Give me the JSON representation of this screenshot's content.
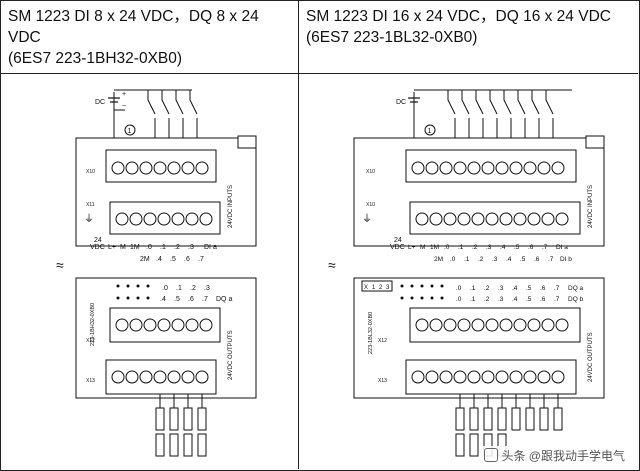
{
  "left": {
    "title_line1": "SM 1223 DI 8 x 24 VDC，DQ 8 x 24",
    "title_line2": "VDC",
    "order_no": "(6ES7 223-1BH32-0XB0)",
    "side_label": "223-1BH32-0XB0",
    "input_label": "24VDC INPUTS",
    "output_label": "24VDC OUTPUTS",
    "top_terms": [
      "L+",
      "M",
      "1M",
      ".0",
      ".1",
      ".2",
      ".3",
      "DI a"
    ],
    "bot_terms": [
      "2M",
      ".4",
      ".5",
      ".6",
      ".7"
    ],
    "out_top_terms": [
      ".0",
      ".1",
      ".2",
      ".3"
    ],
    "out_bot_terms": [
      ".4",
      ".5",
      ".6",
      ".7",
      "DQ a"
    ],
    "conn": [
      "X10",
      "X11",
      "X12",
      "X13"
    ],
    "supply": [
      "24",
      "VDC"
    ],
    "dc": "DC"
  },
  "right": {
    "title_line1": "SM 1223 DI 16 x 24 VDC，DQ 16 x 24 VDC",
    "order_no": "(6ES7 223-1BL32-0XB0)",
    "side_label": "223-1BL32-0XB0",
    "input_label": "24VDC INPUTS",
    "output_label": "24VDC OUTPUTS",
    "top_terms": [
      "L+",
      "M",
      "1M",
      ".0",
      ".1",
      ".2",
      ".3",
      ".4",
      ".5",
      ".6",
      ".7",
      "DI a"
    ],
    "bot_terms": [
      "2M",
      ".0",
      ".1",
      ".2",
      ".3",
      ".4",
      ".5",
      ".6",
      ".7",
      "DI b"
    ],
    "out_top_terms": [
      ".0",
      ".1",
      ".2",
      ".3",
      ".4",
      ".5",
      ".6",
      ".7",
      "DQ a"
    ],
    "out_bot_terms": [
      ".0",
      ".1",
      ".2",
      ".3",
      ".4",
      ".5",
      ".6",
      ".7",
      "DQ b"
    ],
    "conn": [
      "X10",
      "X10",
      "X12",
      "X13"
    ],
    "supply": [
      "24",
      "VDC"
    ],
    "dc": "DC",
    "x_marks": [
      "X",
      "1",
      "2",
      "3"
    ]
  },
  "watermark": "头条 @跟我动手学电气"
}
